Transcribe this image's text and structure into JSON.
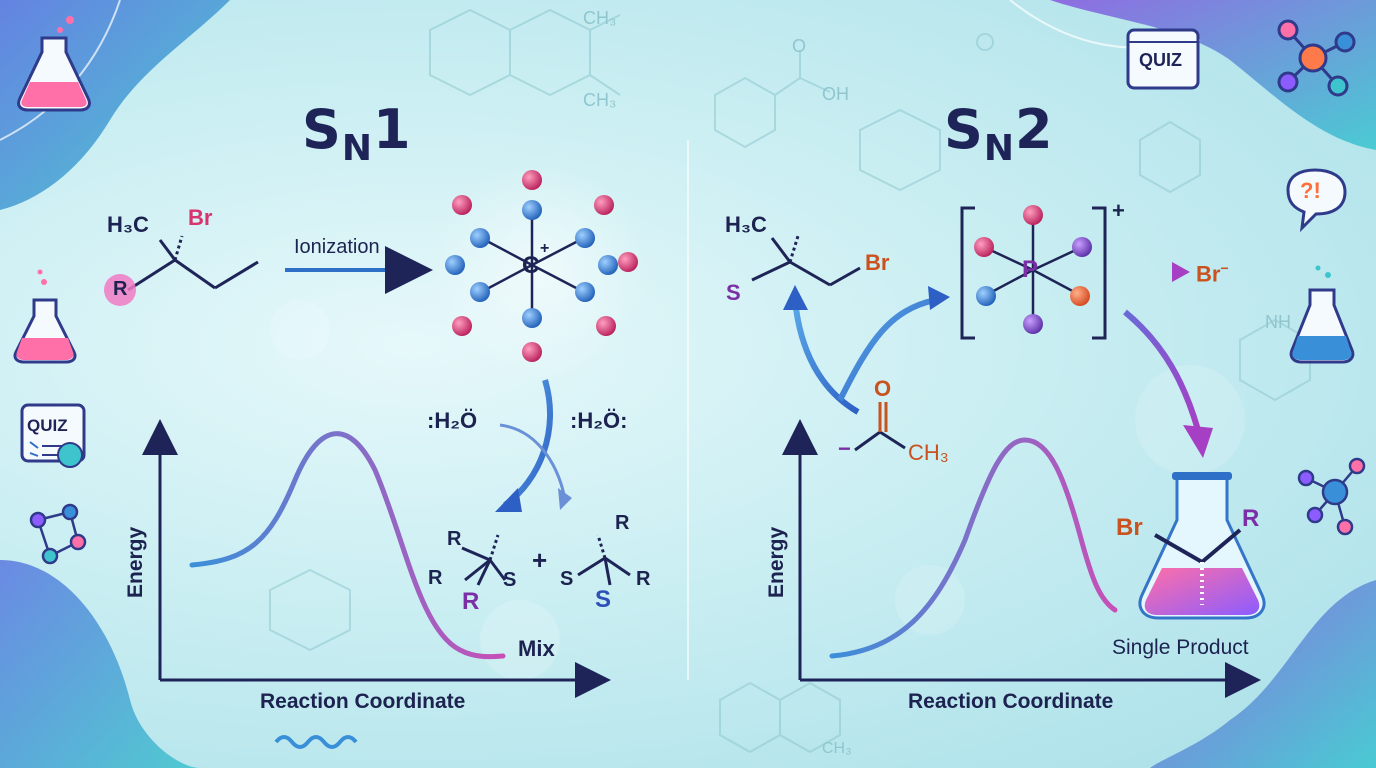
{
  "sn1": {
    "title_main": "S",
    "title_sub": "N",
    "title_num": "1",
    "reactant_h3c": "H₃C",
    "reactant_br": "Br",
    "reactant_r": "R",
    "ionization_label": "Ionization",
    "carbocation": "C",
    "carbocation_charge": "+",
    "water_1": ":H₂Ö",
    "water_2": ":H₂Ö:",
    "product_left": {
      "top": "R",
      "left": "R",
      "right": "S",
      "bottom": "R"
    },
    "plus": "+",
    "product_right": {
      "top": "R",
      "left": "S",
      "right": "R",
      "bottom": "S"
    },
    "mix_label": "Mix",
    "ylabel": "Energy",
    "xlabel": "Reaction Coordinate"
  },
  "sn2": {
    "title_main": "S",
    "title_sub": "N",
    "title_num": "2",
    "reactant_h3c": "H₃C",
    "reactant_s": "S",
    "reactant_br": "Br",
    "nucleophile_o": "O",
    "nucleophile_charge": "−",
    "nucleophile_ch3": "CH₃",
    "ts_center": "P",
    "ts_charge": "+",
    "leaving_group": "Br",
    "leaving_charge": "−",
    "product_br": "Br",
    "product_r": "R",
    "single_product_label": "Single Product",
    "ylabel": "Energy",
    "xlabel": "Reaction Coordinate"
  },
  "icons": {
    "quiz_1": "QUIZ",
    "quiz_2": "QUIZ",
    "question_bubble": "?!"
  },
  "background": {
    "bg_ch3_1": "CH₃",
    "bg_ch3_2": "CH₃",
    "bg_oh": "OH",
    "bg_o": "O",
    "bg_nh": "NH",
    "bg_ch3_3": "CH₃"
  },
  "colors": {
    "navy": "#1e2457",
    "pink": "#d8336e",
    "purple": "#7b2fa6",
    "blue": "#2e6fc7",
    "orange": "#c9521f",
    "curve_start": "#3a8fd9",
    "curve_end": "#c74fb7"
  }
}
